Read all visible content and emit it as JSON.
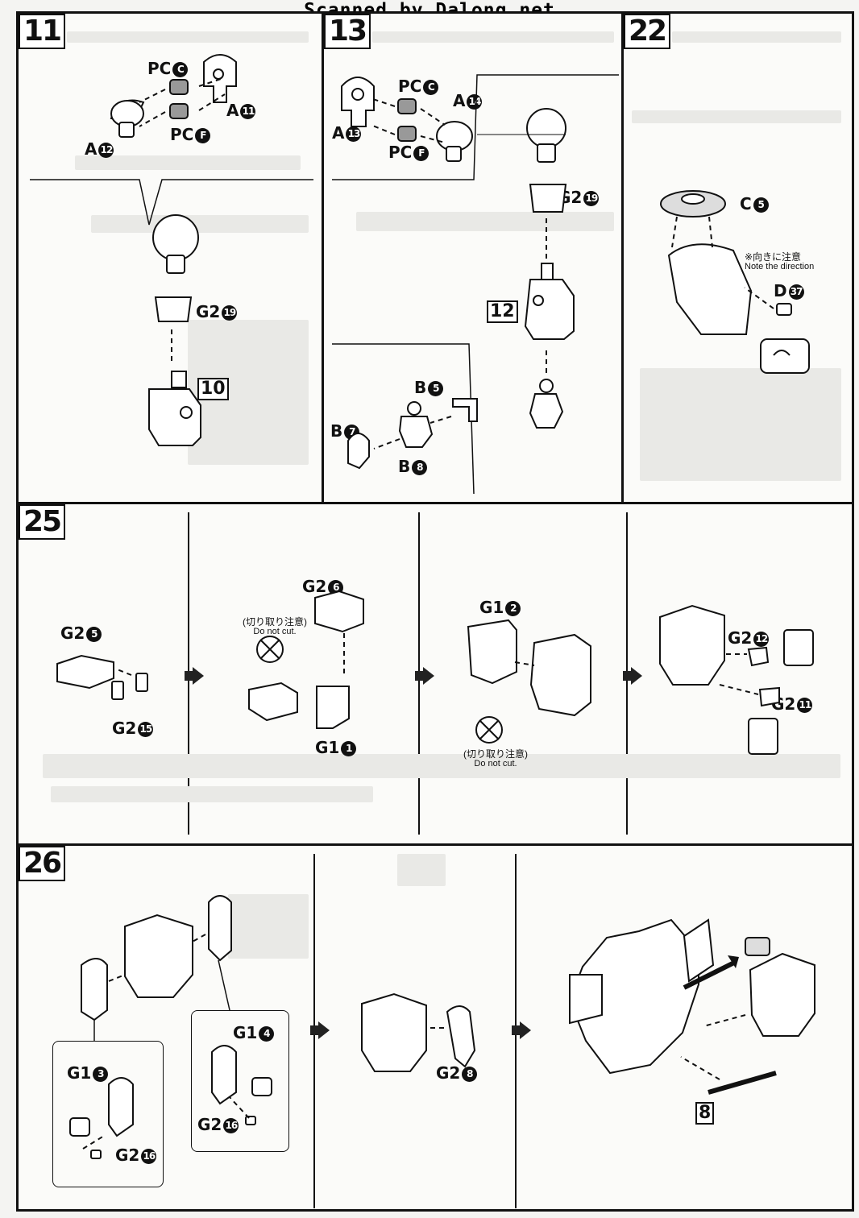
{
  "watermark": "Scanned by Dalong.net",
  "steps": {
    "s11": {
      "number": "11",
      "labels": {
        "pcc": "PC",
        "pcc_c": "C",
        "pcf": "PC",
        "pcf_c": "F",
        "a11": "A",
        "a11_c": "11",
        "a12": "A",
        "a12_c": "12",
        "g219": "G2",
        "g219_c": "19"
      },
      "ref": "10"
    },
    "s13": {
      "number": "13",
      "labels": {
        "pcc": "PC",
        "pcc_c": "C",
        "pcf": "PC",
        "pcf_c": "F",
        "a14": "A",
        "a14_c": "14",
        "a13": "A",
        "a13_c": "13",
        "g219": "G2",
        "g219_c": "19",
        "b5": "B",
        "b5_c": "5",
        "b7": "B",
        "b7_c": "7",
        "b8": "B",
        "b8_c": "8"
      },
      "ref": "12"
    },
    "s22": {
      "number": "22",
      "labels": {
        "c5": "C",
        "c5_c": "5",
        "d37": "D",
        "d37_c": "37"
      },
      "note_jp": "※向きに注意",
      "note_en": "Note the direction"
    },
    "s25": {
      "number": "25",
      "labels": {
        "g25": "G2",
        "g25_c": "5",
        "g215": "G2",
        "g215_c": "15",
        "g26": "G2",
        "g26_c": "6",
        "g11": "G1",
        "g11_c": "1",
        "g12": "G1",
        "g12_c": "2",
        "g212": "G2",
        "g212_c": "12",
        "g211": "G2",
        "g211_c": "11"
      },
      "caution_jp": "(切り取り注意)",
      "caution_en": "Do not cut."
    },
    "s26": {
      "number": "26",
      "labels": {
        "g13": "G1",
        "g13_c": "3",
        "g14": "G1",
        "g14_c": "4",
        "g216a": "G2",
        "g216a_c": "16",
        "g216b": "G2",
        "g216b_c": "16",
        "g28": "G2",
        "g28_c": "8"
      },
      "ref": "8"
    }
  }
}
